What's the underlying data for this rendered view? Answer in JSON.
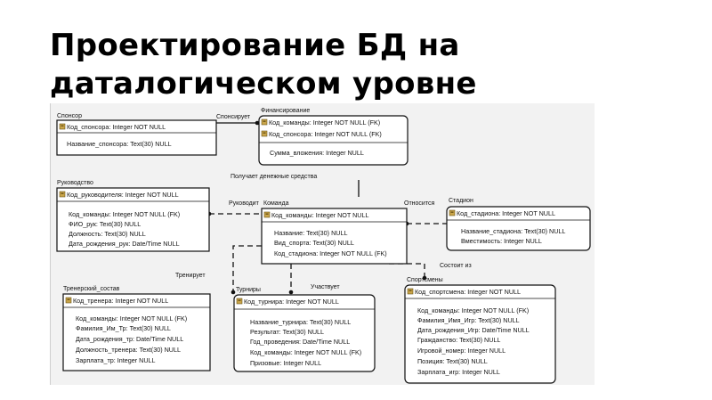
{
  "title": {
    "line1": "Проектирование БД на",
    "line2": "даталогическом уровне"
  },
  "entities": {
    "sponsor": {
      "name": "Спонсор",
      "key": "Код_спонсора: Integer NOT NULL",
      "fields": [
        "Название_спонсора: Text(30) NULL"
      ]
    },
    "financing": {
      "name": "Финансирование",
      "keys": [
        "Код_команды: Integer NOT NULL (FK)",
        "Код_спонсора: Integer NOT NULL (FK)"
      ],
      "fields": [
        "Сумма_вложения: Integer NULL"
      ]
    },
    "leadership": {
      "name": "Руководство",
      "key": "Код_руководителя: Integer NOT NULL",
      "fields": [
        "Код_команды: Integer NOT NULL (FK)",
        "ФИО_рук: Text(30) NULL",
        "Должность: Text(30) NULL",
        "Дата_рождения_рук: Date/Time NULL"
      ]
    },
    "team": {
      "name": "Команда",
      "key": "Код_команды: Integer NOT NULL",
      "fields": [
        "Название: Text(30) NULL",
        "Вид_спорта: Text(30) NULL",
        "Код_стадиона: Integer NOT NULL (FK)"
      ]
    },
    "stadium": {
      "name": "Стадион",
      "key": "Код_стадиона: Integer NOT NULL",
      "fields": [
        "Название_стадиона: Text(30) NULL",
        "Вместимость: Integer NULL"
      ]
    },
    "coaching": {
      "name": "Тренерский_состав",
      "key": "Код_тренера: Integer NOT NULL",
      "fields": [
        "Код_команды: Integer NOT NULL (FK)",
        "Фамилия_Им_Тр: Text(30) NULL",
        "Дата_рождения_тр: Date/Time NULL",
        "Должность_тренера: Text(30) NULL",
        "Зарплата_тр: Integer NULL"
      ]
    },
    "tournaments": {
      "name": "Турниры",
      "key": "Код_турнира: Integer NOT NULL",
      "fields": [
        "Название_турнира: Text(30) NULL",
        "Результат: Text(30) NULL",
        "Год_проведения: Date/Time NULL",
        "Код_команды: Integer NOT NULL (FK)",
        "Призовые: Integer NULL"
      ]
    },
    "athletes": {
      "name": "Спортсмены",
      "key": "Код_спортсмена: Integer NOT NULL",
      "fields": [
        "Код_команды: Integer NOT NULL (FK)",
        "Фамилия_Имя_Игр: Text(30) NULL",
        "Дата_рождения_Игр: Date/Time NULL",
        "Гражданство: Text(30) NULL",
        "Игровой_номер: Integer NULL",
        "Позиция: Text(30) NULL",
        "Зарплата_игр: Integer NULL"
      ]
    }
  },
  "relations": {
    "sponsors": "Спонсирует",
    "receives_funds": "Получает денежные средства",
    "manages": "Руководит",
    "located": "Относится",
    "consists": "Состоит из",
    "coaches": "Тренирует",
    "participates": "Участвует"
  }
}
